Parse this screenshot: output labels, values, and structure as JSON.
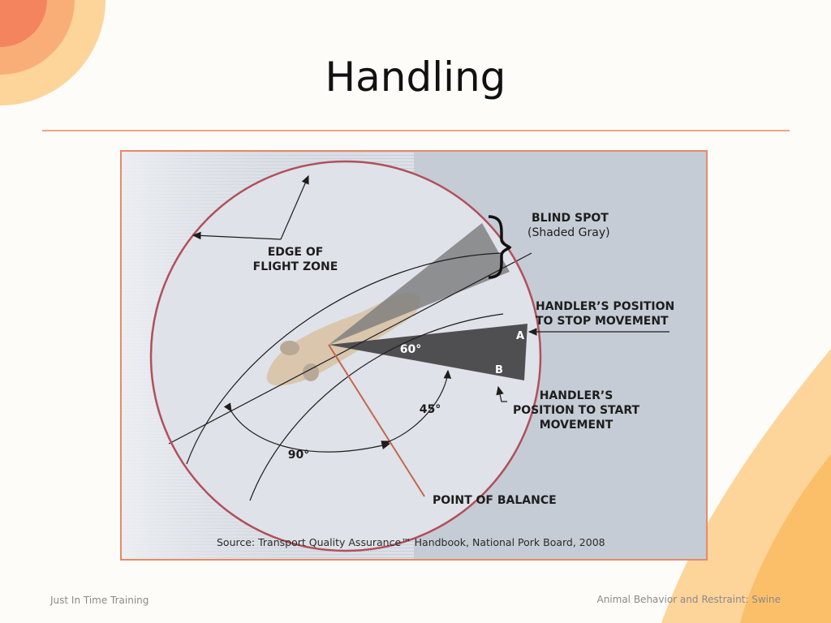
{
  "title": "Handling",
  "diagram": {
    "edge_of_flight_zone": [
      "EDGE OF",
      "FLIGHT ZONE"
    ],
    "blind_spot": [
      "BLIND SPOT",
      "(Shaded Gray)"
    ],
    "stop_position": [
      "HANDLER’S POSITION",
      "TO STOP MOVEMENT"
    ],
    "start_position": [
      "HANDLER’S",
      "POSITION TO START",
      "MOVEMENT"
    ],
    "angle_60": "60°",
    "angle_45": "45°",
    "angle_90": "90°",
    "point_a": "A",
    "point_b": "B",
    "point_of_balance": "POINT OF BALANCE",
    "source": "Source: Transport Quality Assurance™ Handbook, National Pork Board, 2008"
  },
  "footer": {
    "left": "Just In Time Training",
    "right": "Animal Behavior and Restraint: Swine"
  },
  "colors": {
    "accent_line": "#e8a58a",
    "figure_border": "#e58a6a",
    "flight_zone_circle": "#b0505a",
    "point_of_balance_line": "#c4664a",
    "deco_outer": "#fdd8a0",
    "deco_mid": "#f8b07a",
    "deco_inner": "#f08060"
  }
}
